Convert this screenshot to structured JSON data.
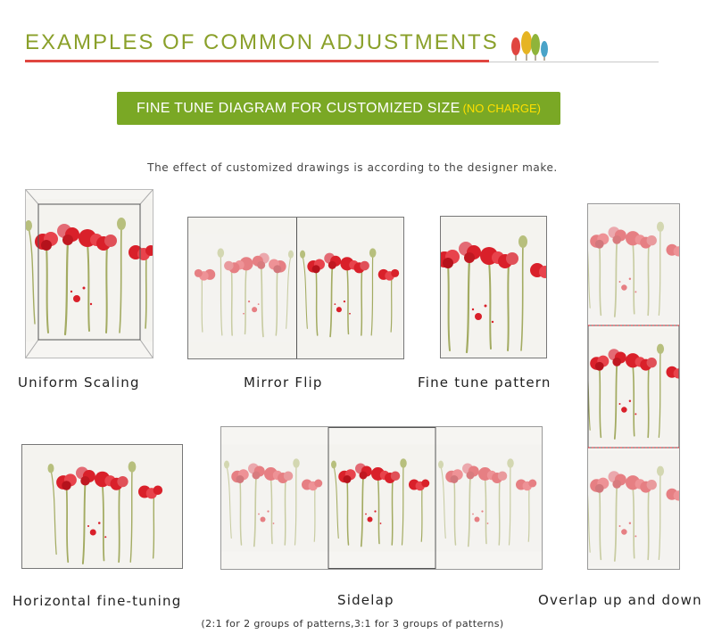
{
  "header": {
    "title": "EXAMPLES OF COMMON ADJUSTMENTS",
    "icon": "trees-icon"
  },
  "banner": {
    "label": "FINE TUNE DIAGRAM FOR CUSTOMIZED SIZE",
    "note": "(NO CHARGE)"
  },
  "note": "The effect of customized drawings is according to the designer make.",
  "examples": [
    {
      "label": "Uniform Scaling"
    },
    {
      "label": "Mirror Flip"
    },
    {
      "label": "Fine tune pattern"
    },
    {
      "label": "Overlap up and down"
    },
    {
      "label": "Horizontal fine-tuning"
    },
    {
      "label": "Sidelap"
    }
  ],
  "footnote": "(2:1 for 2 groups of patterns,3:1 for 3 groups of patterns)",
  "colors": {
    "accent_green": "#8aa02a",
    "banner_green": "#7aa825",
    "banner_note": "#ffe000",
    "rule_red": "#e04640",
    "poppy_red": "#d9202a",
    "poppy_pink": "#e88a92"
  }
}
